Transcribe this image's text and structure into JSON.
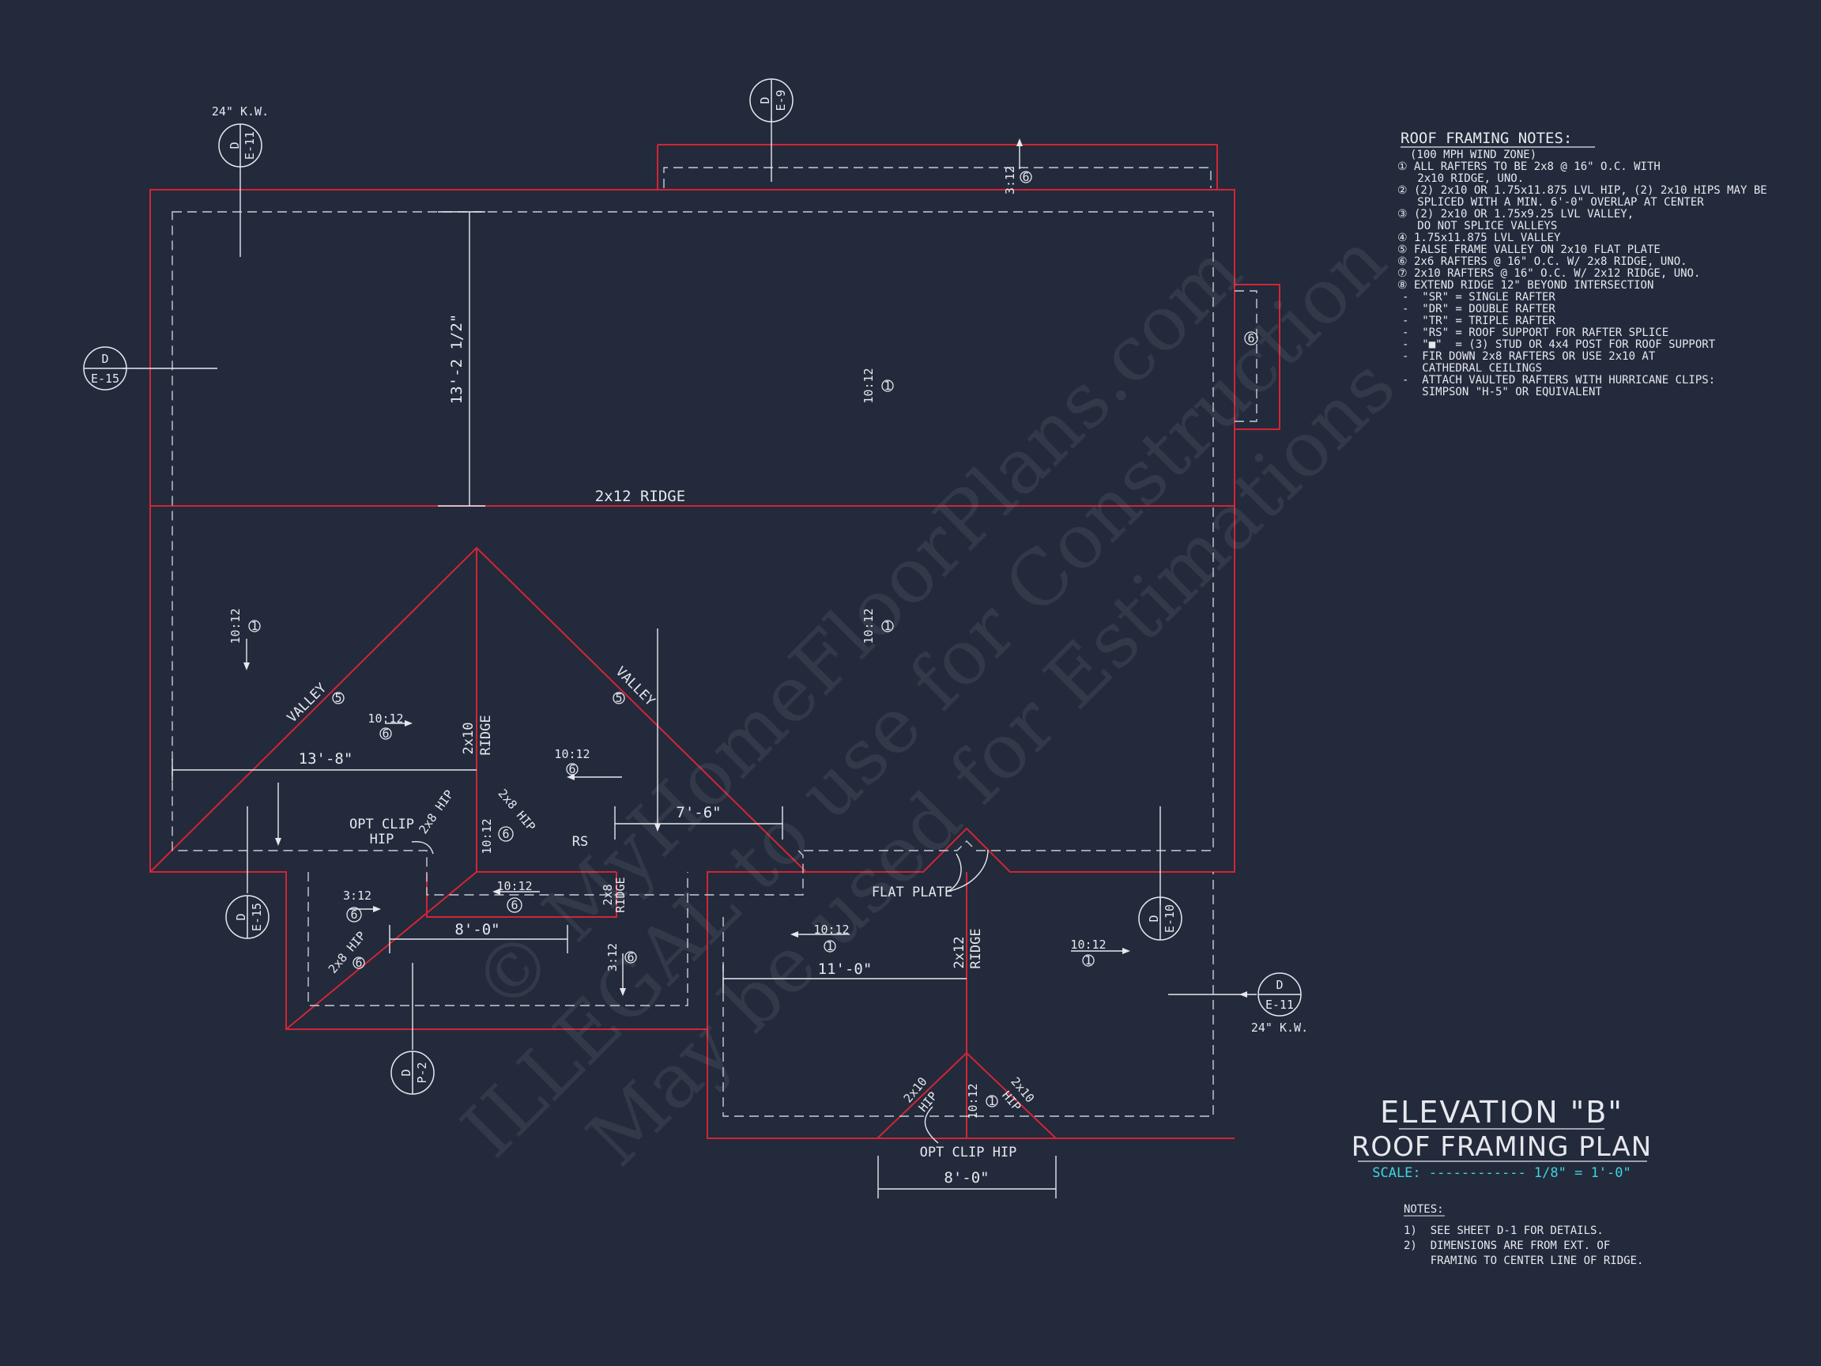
{
  "colors": {
    "background": "#232a3b",
    "roof_outline": "#d12535",
    "linework": "#e6e8ee",
    "scale_text": "#3fd4e0"
  },
  "labels": {
    "ridge_main": "2x12 RIDGE",
    "dim_13_2": "13'-2 1/2\"",
    "dim_13_8": "13'-8\"",
    "dim_7_6": "7'-6\"",
    "dim_8_0_a": "8'-0\"",
    "dim_11_0": "11'-0\"",
    "dim_8_0_b": "8'-0\"",
    "valley": "VALLEY",
    "ridge_2x10_a": "2x10",
    "ridge_word": "RIDGE",
    "ridge_2x8_a": "2x8",
    "ridge_2x12_b": "2x12",
    "hip_2x8": "2x8 HIP",
    "hip_2x10": "2x10",
    "hip_word": "HIP",
    "opt_clip_hip_1": "OPT CLIP",
    "opt_clip_hip_2": "HIP",
    "opt_clip_hip_full": "OPT CLIP HIP",
    "flat_plate": "FLAT PLATE",
    "rs": "RS",
    "kw_24_a": "24\" K.W.",
    "kw_24_b": "24\" K.W.",
    "pitch_10": "10:12",
    "pitch_3": "3:12"
  },
  "callouts": [
    {
      "letter": "D",
      "sheet": "E-11"
    },
    {
      "letter": "D",
      "sheet": "E-9"
    },
    {
      "letter": "D",
      "sheet": "E-15"
    },
    {
      "letter": "D",
      "sheet": "E-15"
    },
    {
      "letter": "D",
      "sheet": "E-10"
    },
    {
      "letter": "D",
      "sheet": "E-11"
    },
    {
      "letter": "D",
      "sheet": "P-2"
    }
  ],
  "keynote_marks": [
    "1",
    "5",
    "6"
  ],
  "roof_notes": {
    "heading": "ROOF FRAMING NOTES:",
    "lines": [
      "(100 MPH WIND ZONE)",
      "① ALL RAFTERS TO BE 2x8 @ 16\" O.C. WITH",
      "   2x10 RIDGE, UNO.",
      "② (2) 2x10 OR 1.75x11.875 LVL HIP, (2) 2x10 HIPS MAY BE",
      "   SPLICED WITH A MIN. 6'-0\" OVERLAP AT CENTER",
      "③ (2) 2x10 OR 1.75x9.25 LVL VALLEY,",
      "   DO NOT SPLICE VALLEYS",
      "④ 1.75x11.875 LVL VALLEY",
      "⑤ FALSE FRAME VALLEY ON 2x10 FLAT PLATE",
      "⑥ 2x6 RAFTERS @ 16\" O.C. W/ 2x8 RIDGE, UNO.",
      "⑦ 2x10 RAFTERS @ 16\" O.C. W/ 2x12 RIDGE, UNO.",
      "⑧ EXTEND RIDGE 12\" BEYOND INTERSECTION",
      "-  \"SR\" = SINGLE RAFTER",
      "-  \"DR\" = DOUBLE RAFTER",
      "-  \"TR\" = TRIPLE RAFTER",
      "-  \"RS\" = ROOF SUPPORT FOR RAFTER SPLICE",
      "-  \"■\"  = (3) STUD OR 4x4 POST FOR ROOF SUPPORT",
      "-  FIR DOWN 2x8 RAFTERS OR USE 2x10 AT",
      "   CATHEDRAL CEILINGS",
      "-  ATTACH VAULTED RAFTERS WITH HURRICANE CLIPS:",
      "   SIMPSON \"H-5\" OR EQUIVALENT"
    ]
  },
  "title_block": {
    "line1": "ELEVATION \"B\"",
    "line2": "ROOF FRAMING PLAN",
    "scale": "SCALE: ------------ 1/8\" = 1'-0\""
  },
  "general_notes": {
    "heading": "NOTES:",
    "lines": [
      "1)  SEE SHEET D-1 FOR DETAILS.",
      "2)  DIMENSIONS ARE FROM EXT. OF",
      "    FRAMING TO CENTER LINE OF RIDGE."
    ]
  },
  "watermark": {
    "line1": "© MyHomeFloorPlans.com",
    "line2": "ILLEGAL to use for Construction",
    "line3": "May be used for Estimations"
  }
}
